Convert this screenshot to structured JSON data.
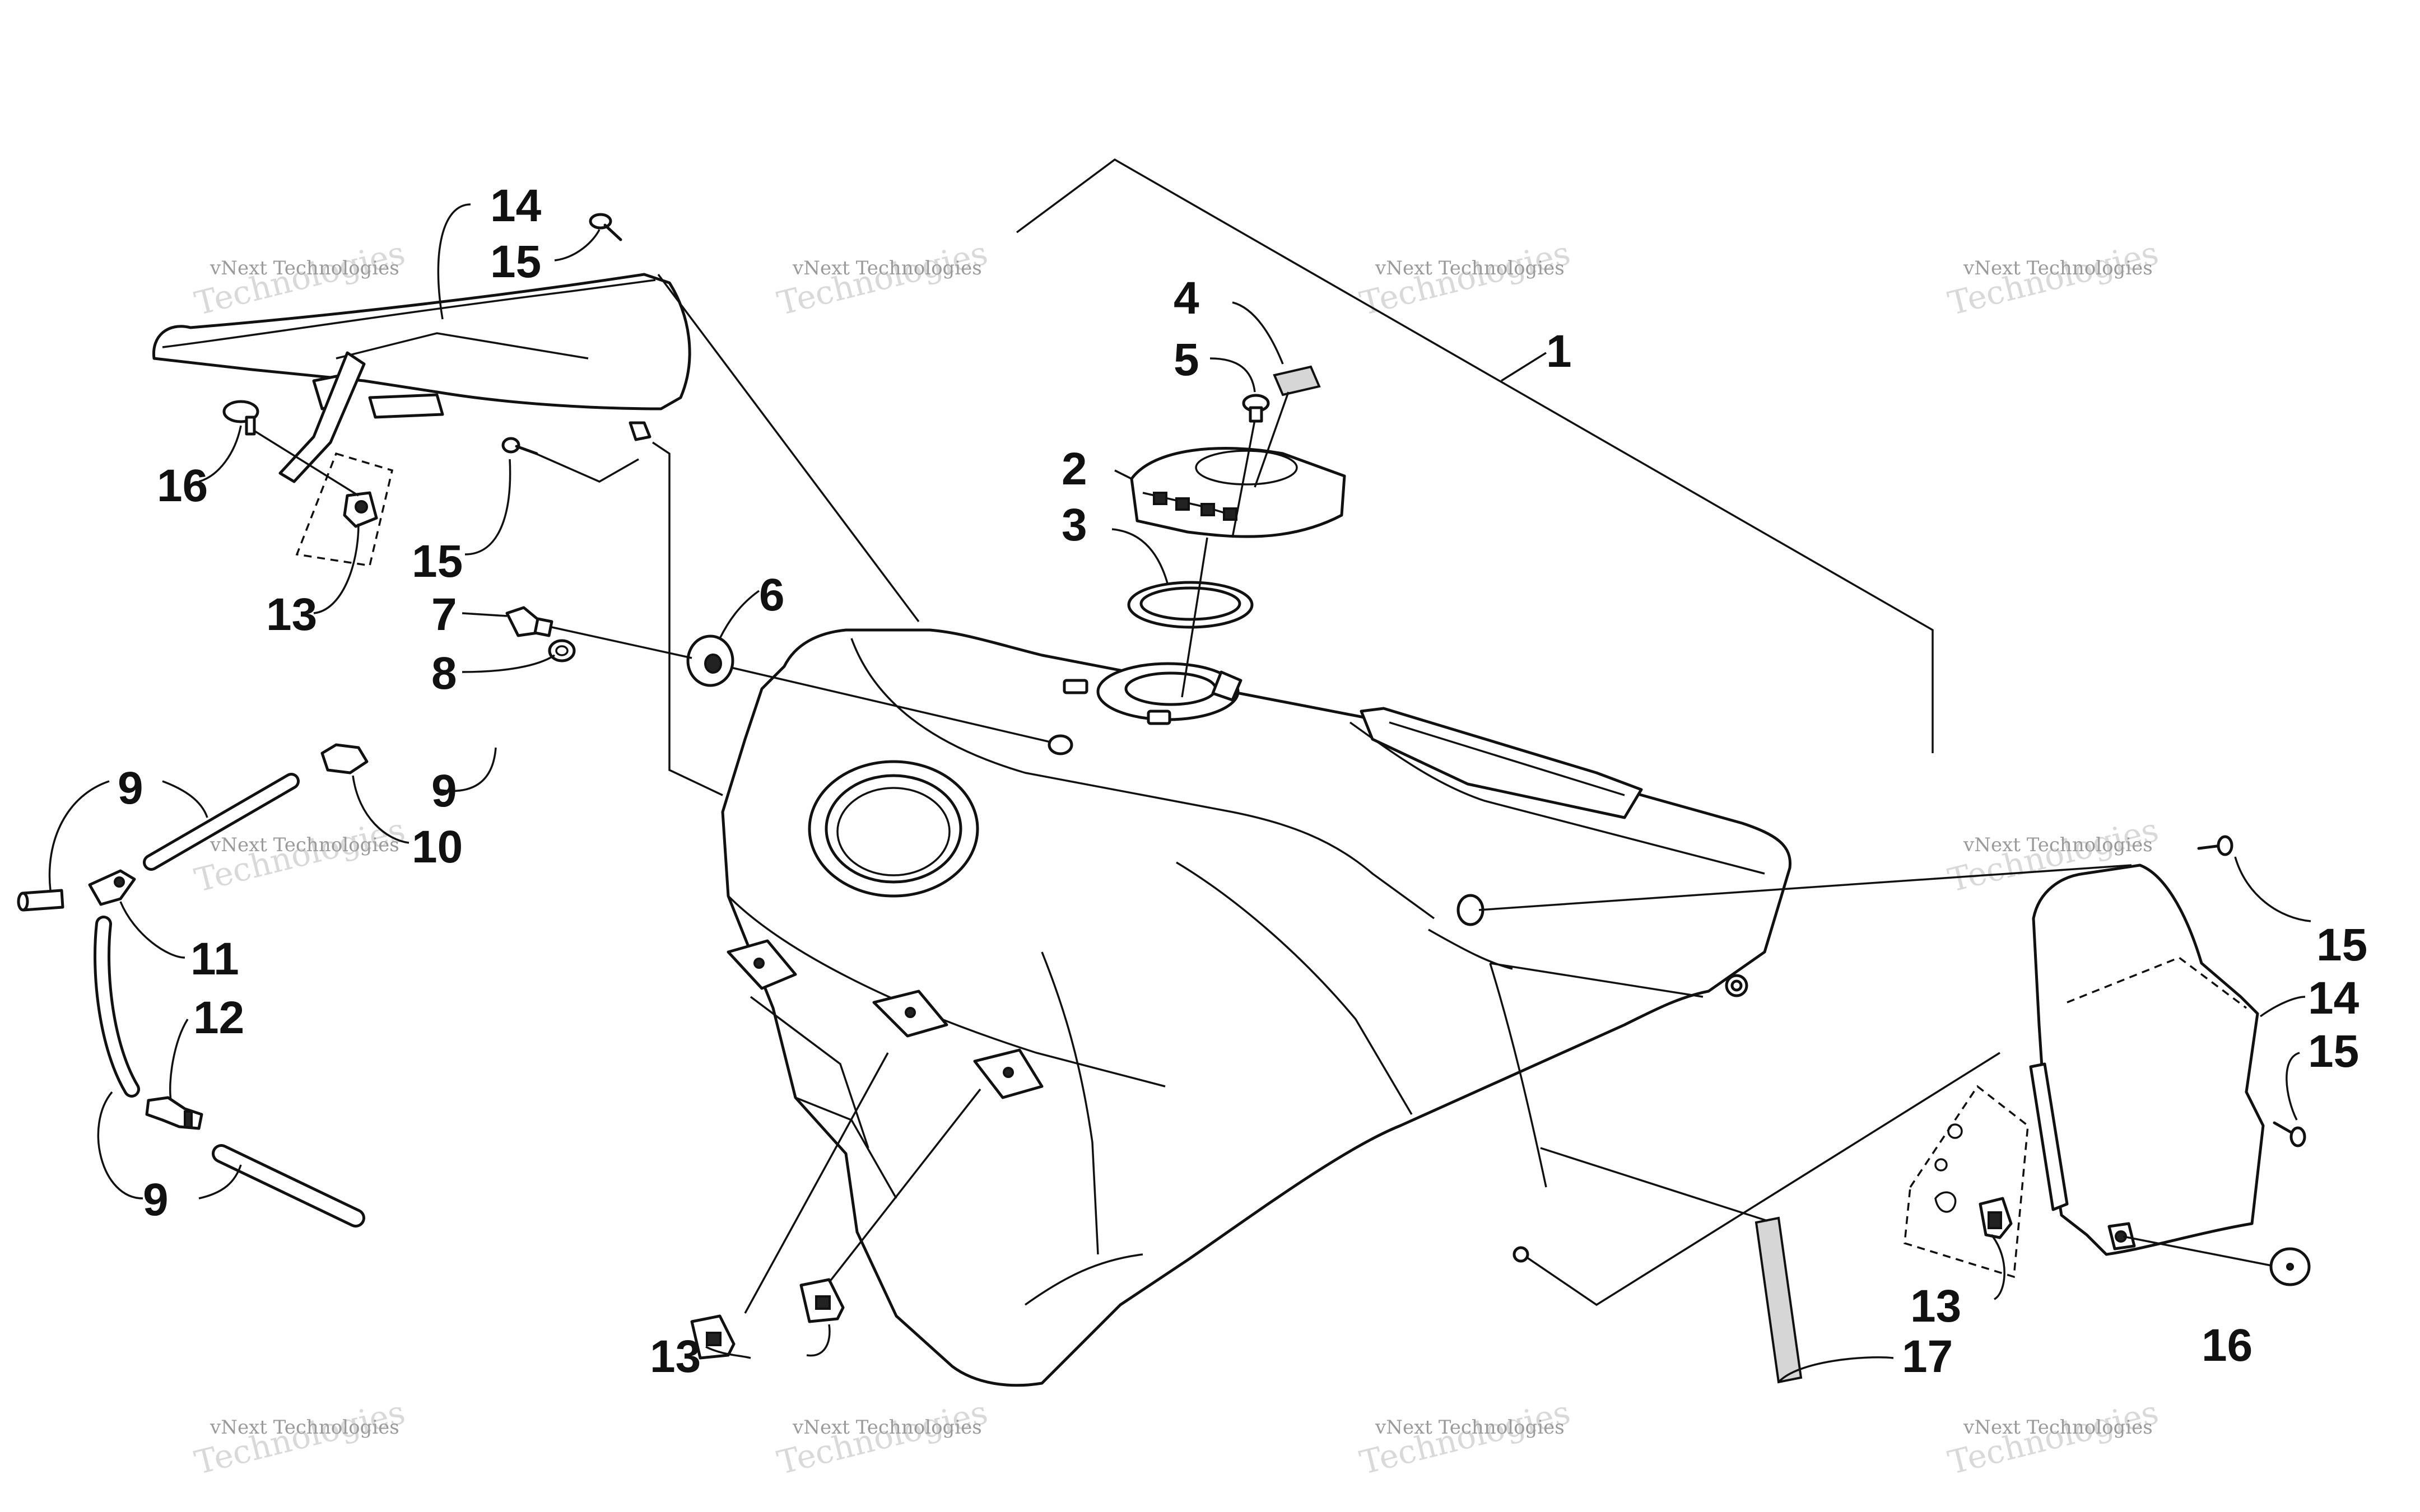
{
  "callouts": {
    "c1": "1",
    "c2": "2",
    "c3": "3",
    "c4": "4",
    "c5": "5",
    "c6": "6",
    "c7": "7",
    "c8": "8",
    "c9a": "9",
    "c9b": "9",
    "c9c": "9",
    "c10": "10",
    "c11": "11",
    "c12": "12",
    "c13a": "13",
    "c13b": "13",
    "c13c": "13",
    "c14a": "14",
    "c14b": "14",
    "c15a": "15",
    "c15b": "15",
    "c15c": "15",
    "c15d": "15",
    "c16a": "16",
    "c16b": "16",
    "c17": "17"
  },
  "watermark": {
    "line1": "vNext Technologies",
    "line2": "Technologies"
  }
}
